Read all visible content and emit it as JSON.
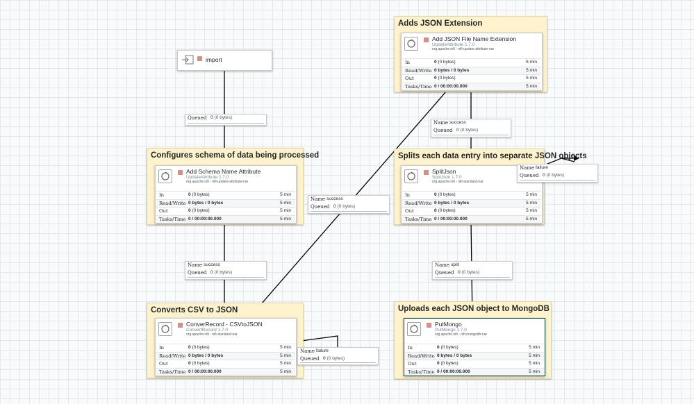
{
  "labels": [
    {
      "text": "Adds JSON Extension"
    },
    {
      "text": "Configures schema of data being processed"
    },
    {
      "text": "Splits each data entry into separate JSON objects"
    },
    {
      "text": "Converts CSV to JSON"
    },
    {
      "text": "Uploads each JSON object to MongoDB"
    }
  ],
  "input_port": {
    "name": "import"
  },
  "stat_labels": {
    "in": "In",
    "rw": "Read/Write",
    "out": "Out",
    "tasks": "Tasks/Time"
  },
  "processors": {
    "add_json_ext": {
      "name": "Add JSON File Name Extension",
      "type": "UpdateAttribute 1.7.0",
      "bundle": "org.apache.nifi - nifi-update-attribute-nar",
      "in_count": "0",
      "in_bytes": "(0 bytes)",
      "rw": "0 bytes / 0 bytes",
      "out_count": "0",
      "out_bytes": "(0 bytes)",
      "tasks": "0 / 00:00:00.000",
      "window": "5 min"
    },
    "add_schema": {
      "name": "Add Schema Name Attribute",
      "type": "UpdateAttribute 1.7.0",
      "bundle": "org.apache.nifi - nifi-update-attribute-nar",
      "in_count": "0",
      "in_bytes": "(0 bytes)",
      "rw": "0 bytes / 0 bytes",
      "out_count": "0",
      "out_bytes": "(0 bytes)",
      "tasks": "0 / 00:00:00.000",
      "window": "5 min"
    },
    "split_json": {
      "name": "SplitJson",
      "type": "SplitJson 1.7.0",
      "bundle": "org.apache.nifi - nifi-standard-nar",
      "in_count": "0",
      "in_bytes": "(0 bytes)",
      "rw": "0 bytes / 0 bytes",
      "out_count": "0",
      "out_bytes": "(0 bytes)",
      "tasks": "0 / 00:00:00.000",
      "window": "5 min"
    },
    "convert_record": {
      "name": "ConverRecord - CSVtoJSON",
      "type": "ConvertRecord 1.7.0",
      "bundle": "org.apache.nifi - nifi-standard-nar",
      "in_count": "0",
      "in_bytes": "(0 bytes)",
      "rw": "0 bytes / 0 bytes",
      "out_count": "0",
      "out_bytes": "(0 bytes)",
      "tasks": "0 / 00:00:00.000",
      "window": "5 min"
    },
    "put_mongo": {
      "name": "PutMongo",
      "type": "PutMongo 1.7.0",
      "bundle": "org.apache.nifi - nifi-mongodb-nar",
      "in_count": "0",
      "in_bytes": "(0 bytes)",
      "rw": "0 bytes / 0 bytes",
      "out_count": "0",
      "out_bytes": "(0 bytes)",
      "tasks": "0 / 00:00:00.000",
      "window": "5 min"
    }
  },
  "conn_labels": {
    "name": "Name",
    "queued": "Queued"
  },
  "connections": {
    "import_to_schema": {
      "queued_count": "0",
      "queued_bytes": "(0 bytes)"
    },
    "schema_to_convert": {
      "name": "success",
      "queued_count": "0",
      "queued_bytes": "(0 bytes)"
    },
    "convert_to_json_ext": {
      "name": "success",
      "queued_count": "0",
      "queued_bytes": "(0 bytes)"
    },
    "json_ext_to_split": {
      "name": "success",
      "queued_count": "0",
      "queued_bytes": "(0 bytes)"
    },
    "split_failure": {
      "name": "failure",
      "queued_count": "0",
      "queued_bytes": "(0 bytes)"
    },
    "split_to_mongo": {
      "name": "split",
      "queued_count": "0",
      "queued_bytes": "(0 bytes)"
    },
    "convert_failure": {
      "name": "failure",
      "queued_count": "0",
      "queued_bytes": "(0 bytes)"
    }
  },
  "colors": {
    "canvas": "#f9fafb",
    "label_bg": "#fff3cd",
    "stopped": "#ba554a",
    "selected_border": "#004849"
  }
}
